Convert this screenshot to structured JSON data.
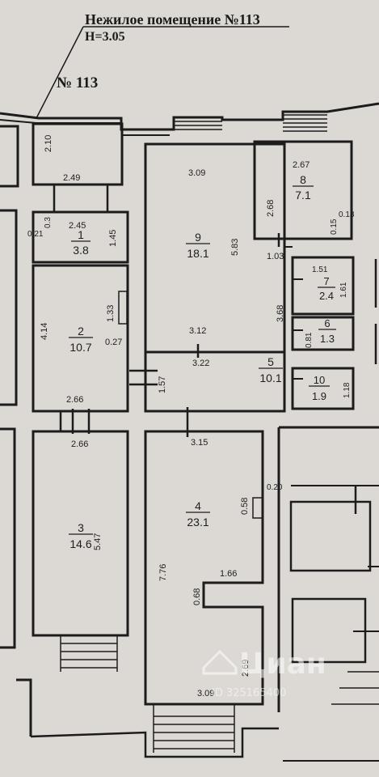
{
  "header": {
    "title": "Нежилое помещение №113",
    "height": "H=3.05",
    "unit_label": "№ 113"
  },
  "rooms": [
    {
      "id": "room-1",
      "number": "1",
      "area": "3.8",
      "dims": [
        "2.45",
        "1.45"
      ]
    },
    {
      "id": "room-2",
      "number": "2",
      "area": "10.7",
      "dims": [
        "4.14",
        "1.33",
        "0.27",
        "2.66"
      ]
    },
    {
      "id": "room-3",
      "number": "3",
      "area": "14.6",
      "dims": [
        "2.66",
        "5.47"
      ]
    },
    {
      "id": "room-4",
      "number": "4",
      "area": "23.1",
      "dims": [
        "3.15",
        "0.20",
        "0.58",
        "1.66",
        "0.68",
        "7.76",
        "2.69",
        "3.09"
      ]
    },
    {
      "id": "room-5",
      "number": "5",
      "area": "10.1",
      "dims": [
        "3.68",
        "1.57",
        "3.22"
      ]
    },
    {
      "id": "room-6",
      "number": "6",
      "area": "1.3",
      "dims": [
        "0.81"
      ]
    },
    {
      "id": "room-7",
      "number": "7",
      "area": "2.4",
      "dims": [
        "1.51",
        "1.61"
      ]
    },
    {
      "id": "room-8",
      "number": "8",
      "area": "7.1",
      "dims": [
        "2.67",
        "2.68",
        "0.18",
        "0.15",
        "1.03"
      ]
    },
    {
      "id": "room-9",
      "number": "9",
      "area": "18.1",
      "dims": [
        "3.09",
        "5.83",
        "3.12"
      ]
    },
    {
      "id": "room-10",
      "number": "10",
      "area": "1.9",
      "dims": [
        "1.18"
      ]
    }
  ],
  "corridor_dims": [
    "2.10",
    "2.49",
    "0.3",
    "0.21"
  ],
  "watermark": {
    "brand": "Циан",
    "code": "ID 325165400"
  },
  "colors": {
    "background": "#dcd9d4",
    "wall": "#1c1c1c",
    "ink": "#1e1e1e"
  }
}
